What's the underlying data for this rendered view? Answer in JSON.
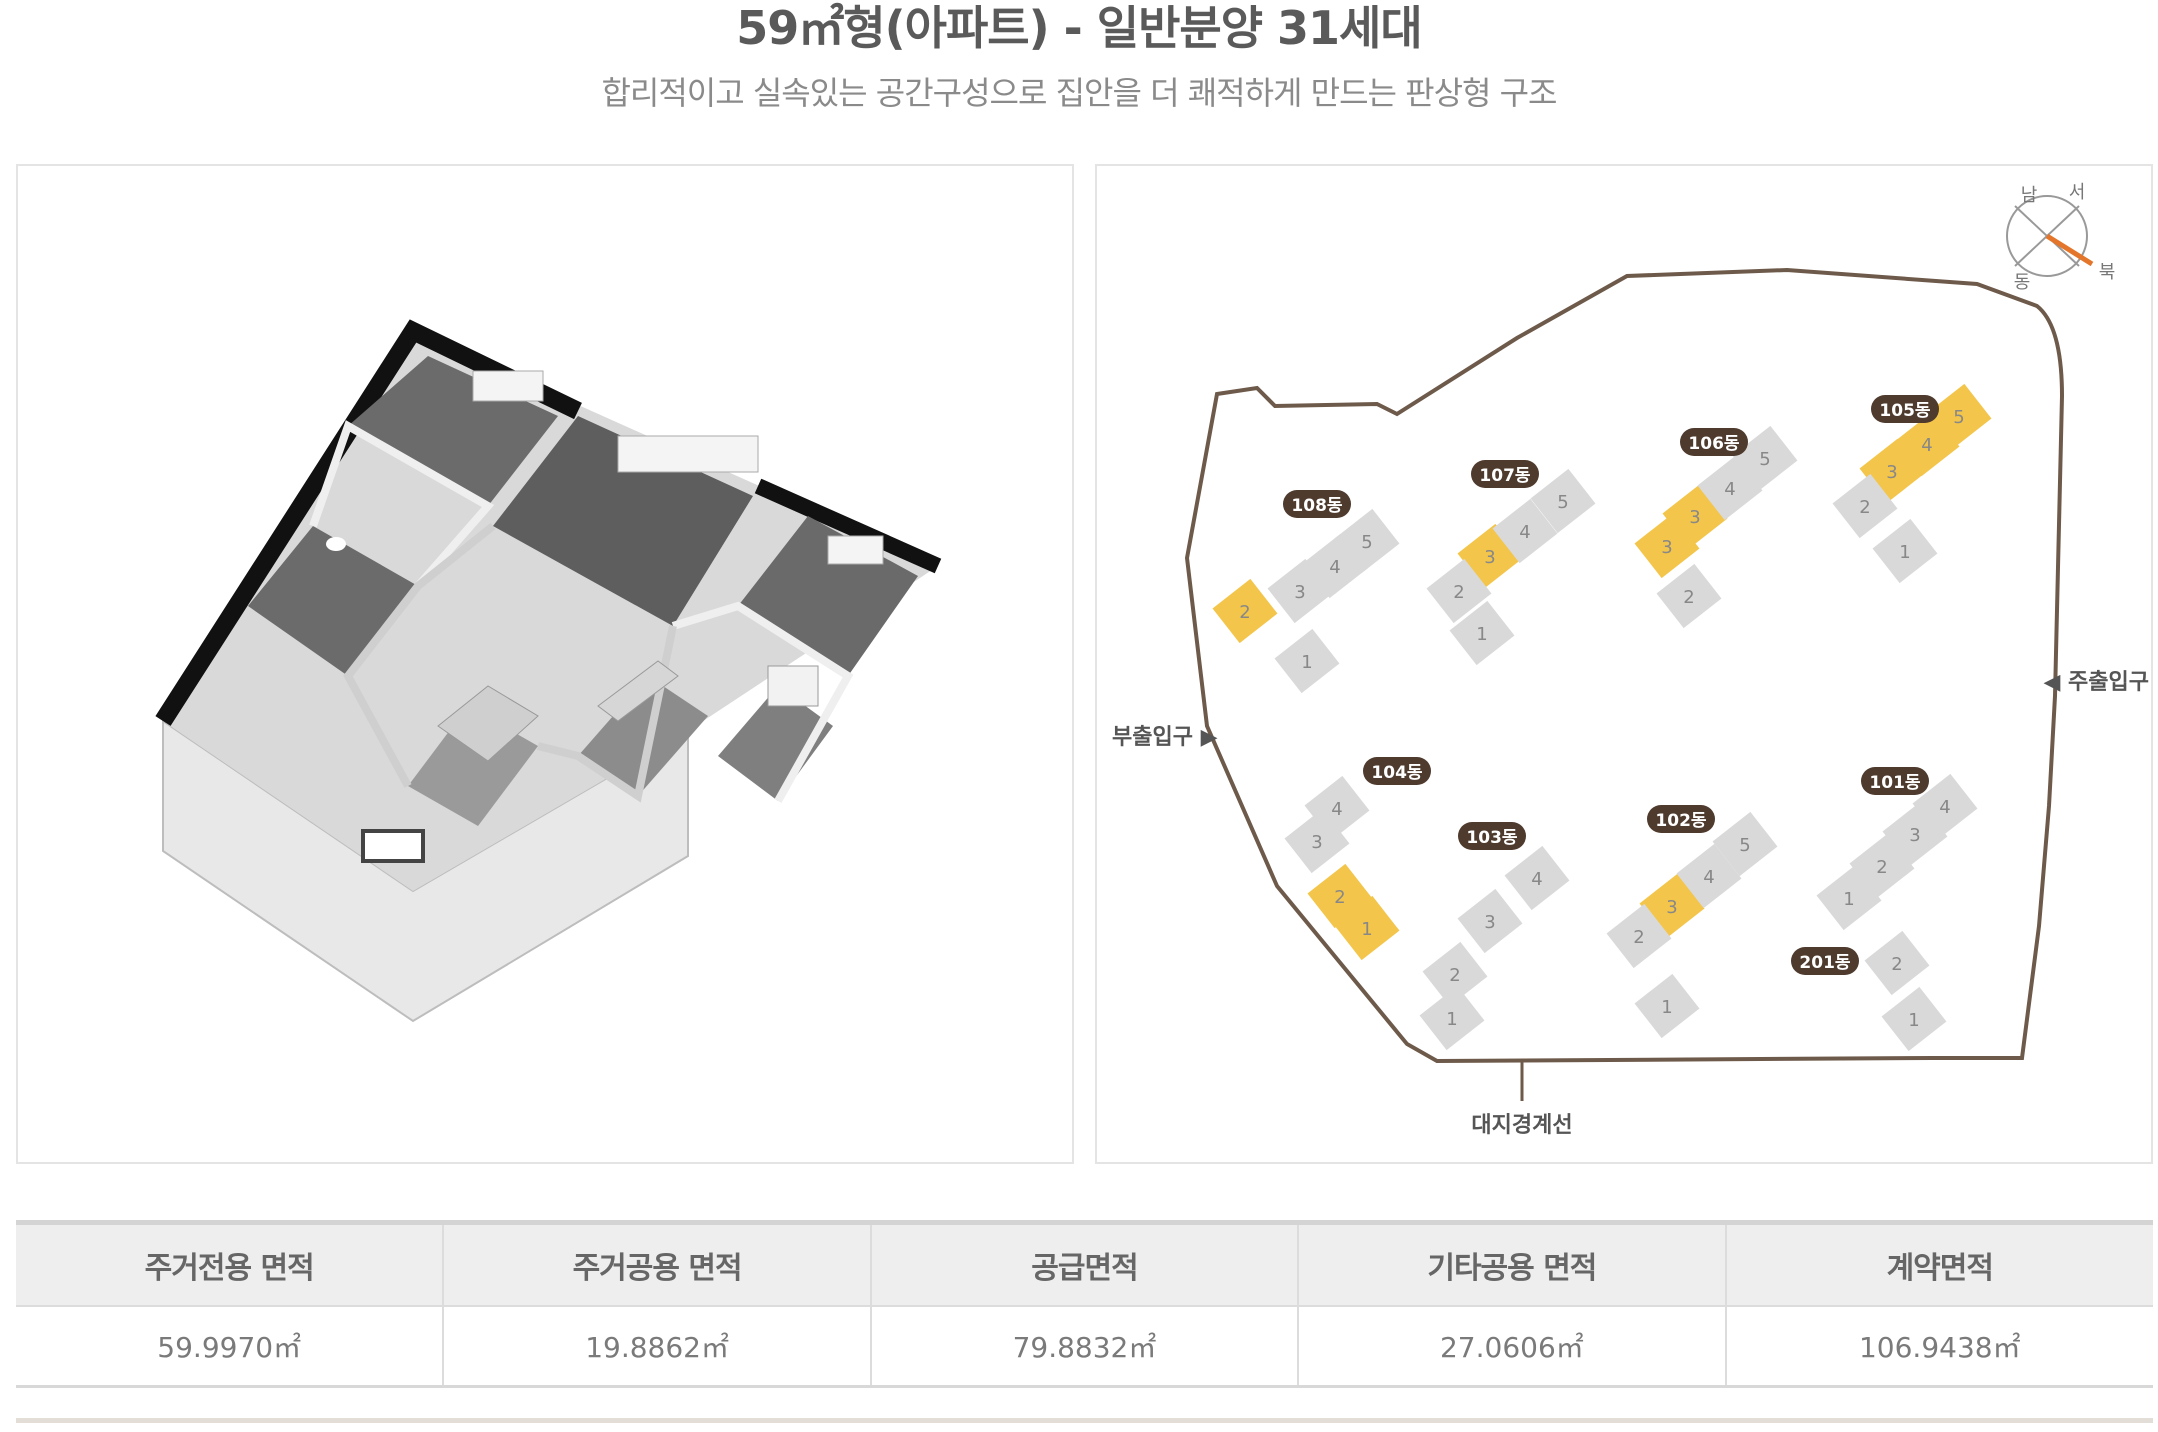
{
  "header": {
    "title": "59㎡형(아파트) - 일반분양 31세대",
    "subtitle": "합리적이고 실속있는 공간구성으로 집안을 더 쾌적하게 만드는 판상형 구조"
  },
  "site_plan": {
    "compass": {
      "north": "북",
      "south": "남",
      "east": "동",
      "west": "서"
    },
    "labels": {
      "main_entrance": "◀ 주출입구",
      "sub_entrance": "부출입구 ▶",
      "boundary": "대지경계선"
    },
    "buildings": [
      {
        "id": "108",
        "label": "108동",
        "units": [
          "2",
          "3",
          "4",
          "5",
          "1"
        ],
        "highlight": [
          "2"
        ]
      },
      {
        "id": "107",
        "label": "107동",
        "units": [
          "3",
          "4",
          "5",
          "2",
          "1"
        ],
        "highlight": [
          "3"
        ]
      },
      {
        "id": "106",
        "label": "106동",
        "units": [
          "3",
          "4",
          "5",
          "3",
          "2"
        ],
        "highlight": [
          "3"
        ]
      },
      {
        "id": "105",
        "label": "105동",
        "units": [
          "3",
          "4",
          "5",
          "2",
          "1"
        ],
        "highlight": [
          "3",
          "4",
          "5"
        ]
      },
      {
        "id": "104",
        "label": "104동",
        "units": [
          "4",
          "3",
          "2",
          "1"
        ],
        "highlight": [
          "2",
          "1"
        ]
      },
      {
        "id": "103",
        "label": "103동",
        "units": [
          "4",
          "3",
          "2",
          "1"
        ],
        "highlight": []
      },
      {
        "id": "102",
        "label": "102동",
        "units": [
          "3",
          "4",
          "5",
          "2",
          "1"
        ],
        "highlight": [
          "3"
        ]
      },
      {
        "id": "101",
        "label": "101동",
        "units": [
          "1",
          "2",
          "3",
          "4"
        ],
        "highlight": []
      },
      {
        "id": "201",
        "label": "201동",
        "units": [
          "2",
          "1"
        ],
        "highlight": []
      }
    ],
    "colors": {
      "highlight": "#f3c54a",
      "building": "#d9d9d9",
      "boundary": "#6e5a4a",
      "tag": "#4e3b2e",
      "compass_needle": "#e3762a"
    }
  },
  "area_table": {
    "headers": [
      "주거전용 면적",
      "주거공용 면적",
      "공급면적",
      "기타공용 면적",
      "계약면적"
    ],
    "values": [
      "59.9970㎡",
      "19.8862㎡",
      "79.8832㎡",
      "27.0606㎡",
      "106.9438㎡"
    ]
  }
}
